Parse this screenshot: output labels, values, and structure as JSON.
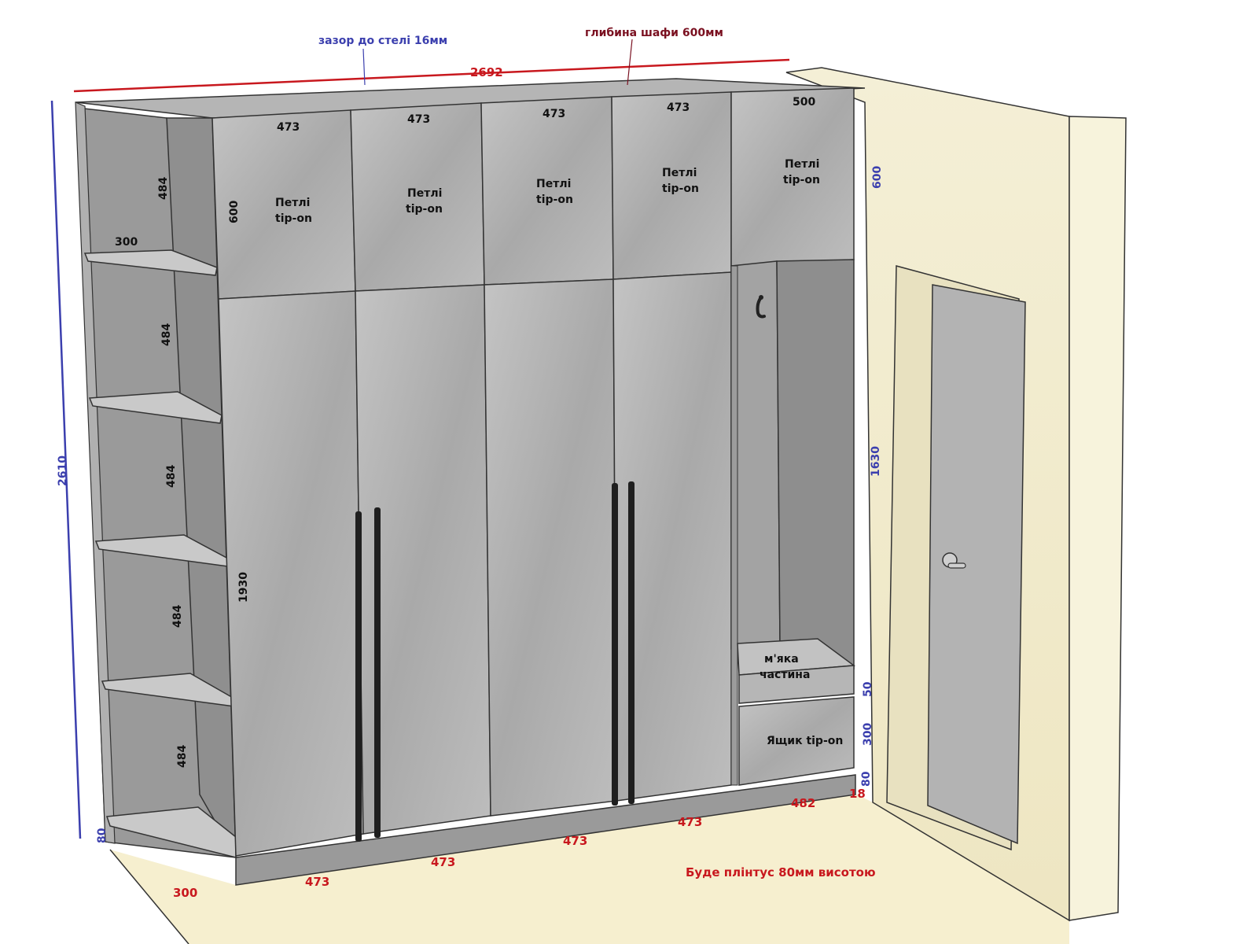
{
  "colors": {
    "panel": "#b9b9b9",
    "panel_dark": "#8e8e8e",
    "edge": "#2a2a2a",
    "floor": "#f4edc9",
    "wall": "#f6f1d6",
    "red_dim": "#c8181e",
    "blue_dim": "#3b3fae",
    "maroon": "#7a1020",
    "handle": "#222222",
    "door": "#b5b5b5"
  },
  "annotations": {
    "ceiling_gap": "зазор до стелі 16мм",
    "cabinet_depth": "глибина шафи 600мм",
    "plinth_note": "Буде плінтус 80мм висотою",
    "soft_part_1": "м'яка",
    "soft_part_2": "частина",
    "drawer": "Ящик tip-on"
  },
  "door_label": {
    "line1": "Петлі",
    "line2": "tip-on"
  },
  "dims": {
    "total_width": "2692",
    "total_height": "2610",
    "top_w1": "473",
    "top_w2": "473",
    "top_w3": "473",
    "top_w4": "473",
    "top_w5": "500",
    "top_h_left": "600",
    "top_h_right": "600",
    "shelf_depth": "300",
    "shelf_h1": "484",
    "shelf_h2": "484",
    "shelf_h3": "484",
    "shelf_h4": "484",
    "shelf_h5": "484",
    "door_height": "1930",
    "niche_height": "1630",
    "soft_height": "50",
    "drawer_height": "300",
    "plinth_right": "80",
    "plinth_left": "80",
    "side_thickness": "18",
    "bottom_w1": "473",
    "bottom_w2": "473",
    "bottom_w3": "473",
    "bottom_w4": "473",
    "bottom_w5": "482",
    "bottom_depth": "300"
  },
  "icons": {
    "coat_hook": "coat-hook-icon",
    "door_handle": "door-handle-icon"
  }
}
